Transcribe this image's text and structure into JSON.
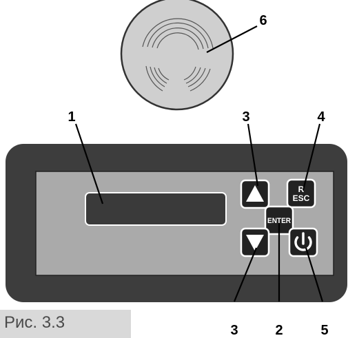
{
  "caption": "Рис. 3.3",
  "callouts": {
    "display": "1",
    "enter": "2",
    "up": "3",
    "down": "3",
    "esc": "4",
    "power": "5",
    "dial": "6"
  },
  "buttons": {
    "enter_label": "ENTER",
    "esc_label_top": "R",
    "esc_label_bottom": "ESC",
    "up_icon": "up-arrow-icon",
    "down_icon": "down-arrow-icon",
    "power_icon": "power-icon"
  },
  "colors": {
    "panel_frame": "#3d3d3d",
    "panel_face": "#aaaaaa",
    "display": "#3a3a3a",
    "button": "#222222",
    "dial": "#cfcfcf",
    "caption_bg": "#d9d9d9"
  }
}
